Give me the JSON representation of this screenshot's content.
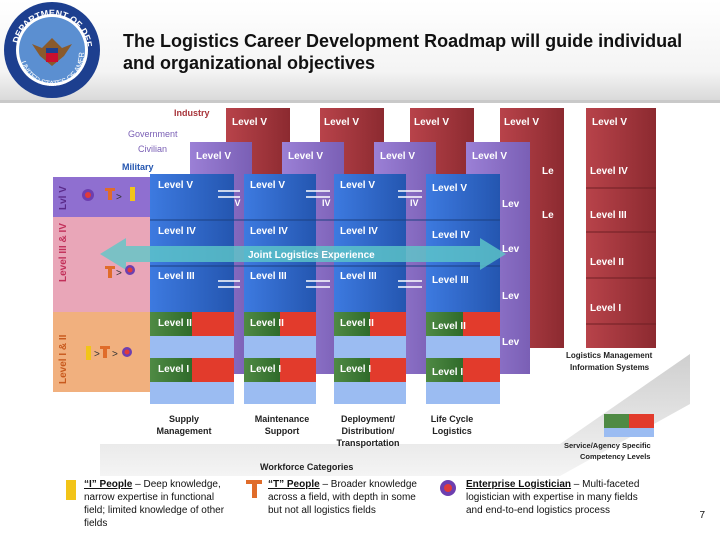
{
  "slide": {
    "title": "The Logistics Career Development Roadmap will guide individual and organizational objectives",
    "page_number": "7"
  },
  "sectors": [
    "Industry",
    "Government",
    "Civilian",
    "Military"
  ],
  "side_bands": [
    "Lvl V",
    "Level III & IV",
    "Level I & II"
  ],
  "level_labels": {
    "v": "Level V",
    "iv": "Level IV",
    "iii": "Level III",
    "ii": "Level II",
    "i": "Level I",
    "lev": "Lev",
    "le": "Le",
    "roman_iv": "IV"
  },
  "banner": "Joint Logistics Experience",
  "columns": [
    "Supply Management",
    "Maintenance Support",
    "Deployment/ Distribution/ Transportation",
    "Life Cycle Logistics"
  ],
  "right_label": "Logistics Management Information Systems",
  "workforce_label": "Workforce Categories",
  "competency_label": "Service/Agency Specific Competency Levels",
  "legend": {
    "i_people": {
      "term": "“I” People",
      "text": " – Deep knowledge, narrow expertise in functional field; limited knowledge of other fields"
    },
    "t_people": {
      "term": "“T” People",
      "text": " – Broader knowledge across a field, with depth in some but not all logistics fields"
    },
    "enterprise": {
      "term": "Enterprise Logistician",
      "text": " – Multi-faceted logistician with expertise in many fields and end-to-end logistics process"
    }
  },
  "colors": {
    "military_blue": "#2f67c9",
    "civil_purple": "#8a6fc4",
    "industry_red": "#a8343a",
    "band_purple": "#8f6fd0",
    "band_pink": "#e9a6b8",
    "band_orange": "#f1b07e"
  }
}
